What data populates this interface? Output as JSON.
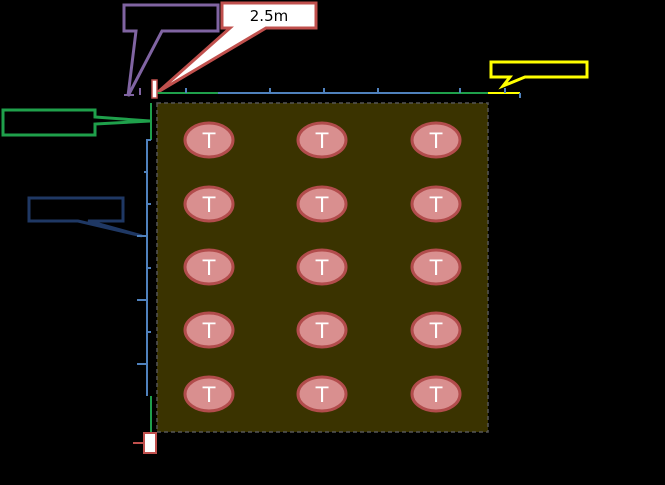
{
  "plot": {
    "tree_letter": "T",
    "rows": 5,
    "cols": 3
  },
  "callouts": {
    "spacing_label": "2.5m",
    "top_left": "",
    "top_right": "",
    "left_green": "",
    "left_blue": ""
  },
  "colors": {
    "background": "#000000",
    "plot_fill": "#3a3300",
    "tree_fill": "#d98f8f",
    "tree_stroke": "#b24c4c",
    "green": "#1fa04b",
    "blue": "#4f81bd",
    "red": "#c0504d",
    "yellow": "#ffff00",
    "purple": "#8064a2",
    "navy": "#1f3864"
  }
}
